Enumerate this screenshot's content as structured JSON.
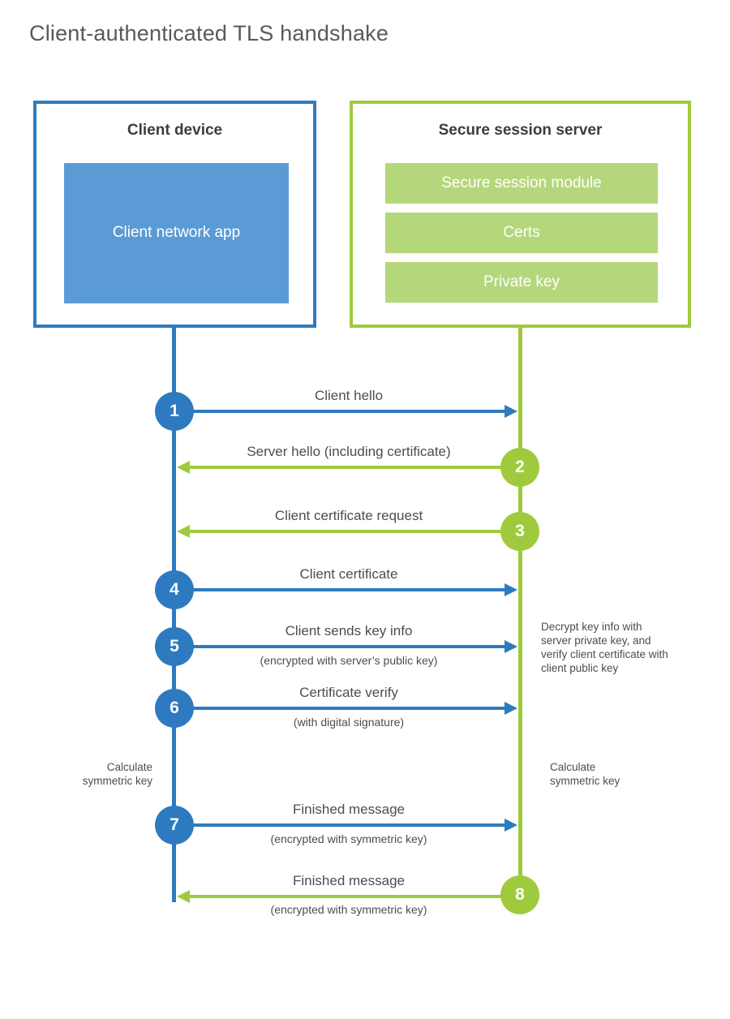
{
  "title": "Client-authenticated TLS handshake",
  "colors": {
    "blue": "#2e7ac0",
    "blue_light": "#5b9bd5",
    "green": "#9fca3e",
    "green_light": "#b5d77c"
  },
  "client": {
    "title": "Client device",
    "app_label": "Client network app"
  },
  "server": {
    "title": "Secure session server",
    "modules": [
      "Secure session module",
      "Certs",
      "Private key"
    ]
  },
  "messages": [
    {
      "number": "1",
      "label": "Client hello",
      "direction": "right"
    },
    {
      "number": "2",
      "label": "Server hello (including certificate)",
      "direction": "left"
    },
    {
      "number": "3",
      "label": "Client certificate request",
      "direction": "left"
    },
    {
      "number": "4",
      "label": "Client certificate",
      "direction": "right"
    },
    {
      "number": "5",
      "label": "Client sends key info",
      "sublabel": "(encrypted with server’s public key)",
      "direction": "right"
    },
    {
      "number": "6",
      "label": "Certificate verify",
      "sublabel": "(with digital signature)",
      "direction": "right"
    },
    {
      "number": "7",
      "label": "Finished message",
      "sublabel": "(encrypted with symmetric key)",
      "direction": "right"
    },
    {
      "number": "8",
      "label": "Finished message",
      "sublabel": "(encrypted with symmetric key)",
      "direction": "left"
    }
  ],
  "notes": {
    "decrypt": "Decrypt key info with server private key, and verify client certificate with client public key",
    "calc_left": "Calculate symmetric key",
    "calc_right": "Calculate symmetric key"
  }
}
